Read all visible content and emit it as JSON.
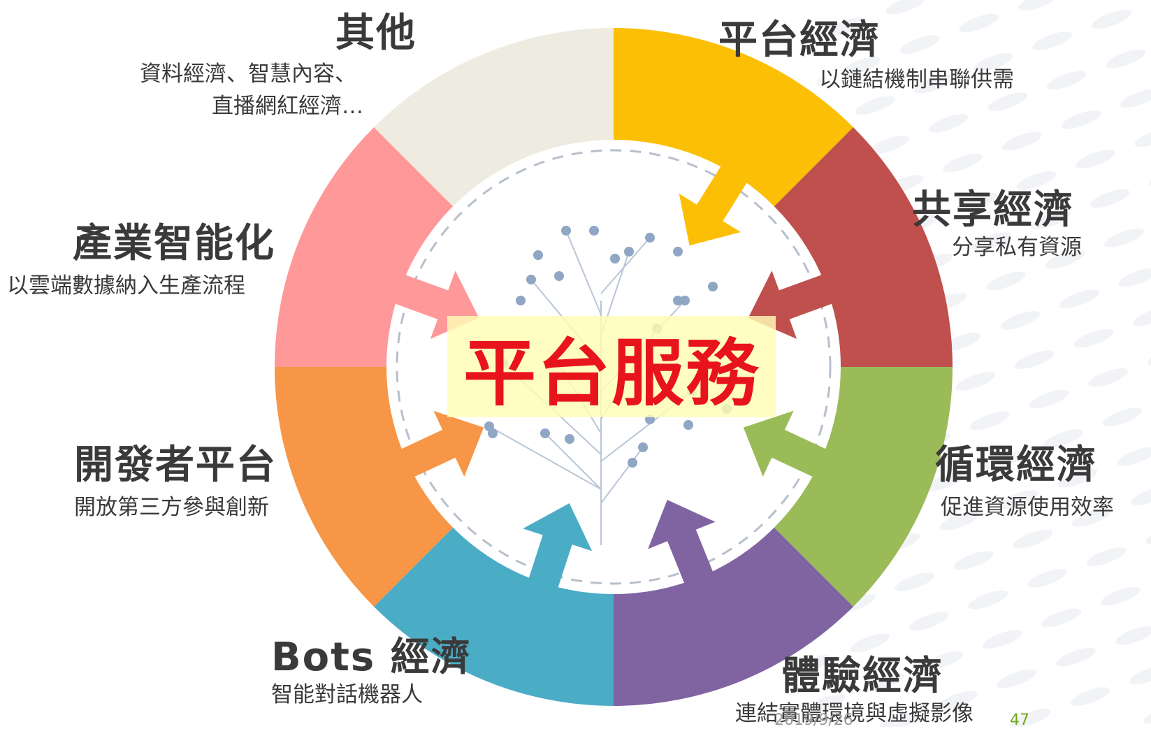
{
  "center": {
    "title": "平台服務"
  },
  "colors": {
    "accent": "#e8141c",
    "center_box": "#fffdb4",
    "ring_inner": "#ffffff"
  },
  "segments": [
    {
      "id": "platform",
      "title": "平台經濟",
      "subtitle": "以鏈結機制串聯供需",
      "color": "#fbbf05"
    },
    {
      "id": "sharing",
      "title": "共享經濟",
      "subtitle": "分享私有資源",
      "color": "#c0504d"
    },
    {
      "id": "circular",
      "title": "循環經濟",
      "subtitle": "促進資源使用效率",
      "color": "#9bbb59"
    },
    {
      "id": "experience",
      "title": "體驗經濟",
      "subtitle": "連結實體環境與虛擬影像",
      "color": "#8064a2"
    },
    {
      "id": "bots",
      "title": "Bots 經濟",
      "subtitle": "智能對話機器人",
      "color": "#4bacc6"
    },
    {
      "id": "developer",
      "title": "開發者平台",
      "subtitle": "開放第三方參與創新",
      "color": "#f79646"
    },
    {
      "id": "industry",
      "title": "產業智能化",
      "subtitle": "以雲端數據納入生產流程",
      "color": "#ff9999"
    },
    {
      "id": "other",
      "title": "其他",
      "subtitle": "資料經濟、智慧內容、 直播網紅經濟…",
      "color": "#eeece1"
    }
  ],
  "other_lines": [
    "資料經濟、智慧內容、",
    "直播網紅經濟…"
  ],
  "footer": {
    "date": "2019/9/26",
    "page": "47"
  }
}
